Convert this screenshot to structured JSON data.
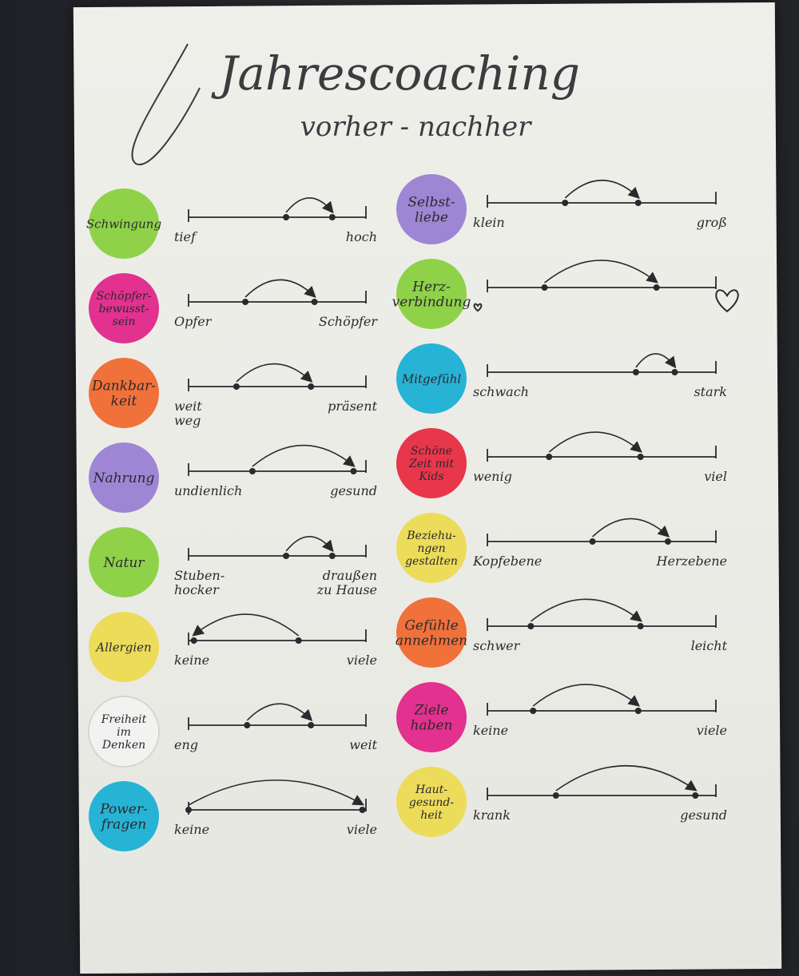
{
  "title": "Jahrescoaching",
  "subtitle": "vorher - nachher",
  "colors": {
    "green": "#8fd24a",
    "magenta": "#e2318f",
    "orange": "#f0713a",
    "purple": "#9e86d4",
    "yellow": "#ecdc5a",
    "clear": "#f2f2f0",
    "blue": "#27b3d6",
    "red": "#e8364a",
    "ink": "#2a2a2e"
  },
  "left": [
    {
      "label": [
        "Schwingung"
      ],
      "color": "green",
      "low": [
        "tief"
      ],
      "high": [
        "hoch"
      ],
      "before": 0.55,
      "after": 0.81
    },
    {
      "label": [
        "Schöpfer-",
        "bewusst-",
        "sein"
      ],
      "color": "magenta",
      "low": [
        "Opfer"
      ],
      "high": [
        "Schöpfer"
      ],
      "before": 0.32,
      "after": 0.71
    },
    {
      "label": [
        "Dankbar-",
        "keit"
      ],
      "color": "orange",
      "low": [
        "weit",
        "weg"
      ],
      "high": [
        "präsent"
      ],
      "before": 0.27,
      "after": 0.69
    },
    {
      "label": [
        "Nahrung"
      ],
      "color": "purple",
      "low": [
        "undienlich"
      ],
      "high": [
        "gesund"
      ],
      "before": 0.36,
      "after": 0.93
    },
    {
      "label": [
        "Natur"
      ],
      "color": "green",
      "low": [
        "Stuben-",
        "hocker"
      ],
      "high": [
        "draußen",
        "zu Hause"
      ],
      "before": 0.55,
      "after": 0.81
    },
    {
      "label": [
        "Allergien"
      ],
      "color": "yellow",
      "low": [
        "keine"
      ],
      "high": [
        "viele"
      ],
      "before": 0.62,
      "after": 0.03
    },
    {
      "label": [
        "Freiheit",
        "im",
        "Denken"
      ],
      "color": "clear",
      "low": [
        "eng"
      ],
      "high": [
        "weit"
      ],
      "before": 0.33,
      "after": 0.69
    },
    {
      "label": [
        "Power-",
        "fragen"
      ],
      "color": "blue",
      "low": [
        "keine"
      ],
      "high": [
        "viele"
      ],
      "before": 0.0,
      "after": 0.98
    }
  ],
  "right": [
    {
      "label": [
        "Selbst-",
        "liebe"
      ],
      "color": "purple",
      "low": [
        "klein"
      ],
      "high": [
        "groß"
      ],
      "before": 0.34,
      "after": 0.66
    },
    {
      "label": [
        "Herz-",
        "verbindung"
      ],
      "color": "green",
      "low": [
        "heart-icon-small"
      ],
      "high": [
        "heart-icon-large"
      ],
      "before": 0.25,
      "after": 0.74
    },
    {
      "label": [
        "Mitgefühl"
      ],
      "color": "blue",
      "low": [
        "schwach"
      ],
      "high": [
        "stark"
      ],
      "before": 0.65,
      "after": 0.82
    },
    {
      "label": [
        "Schöne",
        "Zeit mit",
        "Kids"
      ],
      "color": "red",
      "low": [
        "wenig"
      ],
      "high": [
        "viel"
      ],
      "before": 0.27,
      "after": 0.67
    },
    {
      "label": [
        "Beziehu-",
        "ngen",
        "gestalten"
      ],
      "color": "yellow",
      "low": [
        "Kopfebene"
      ],
      "high": [
        "Herzebene"
      ],
      "before": 0.46,
      "after": 0.79
    },
    {
      "label": [
        "Gefühle",
        "annehmen"
      ],
      "color": "orange",
      "low": [
        "schwer"
      ],
      "high": [
        "leicht"
      ],
      "before": 0.19,
      "after": 0.67
    },
    {
      "label": [
        "Ziele",
        "haben"
      ],
      "color": "magenta",
      "low": [
        "keine"
      ],
      "high": [
        "viele"
      ],
      "before": 0.2,
      "after": 0.66
    },
    {
      "label": [
        "Haut-",
        "gesund-",
        "heit"
      ],
      "color": "yellow",
      "low": [
        "krank"
      ],
      "high": [
        "gesund"
      ],
      "before": 0.3,
      "after": 0.91
    }
  ]
}
